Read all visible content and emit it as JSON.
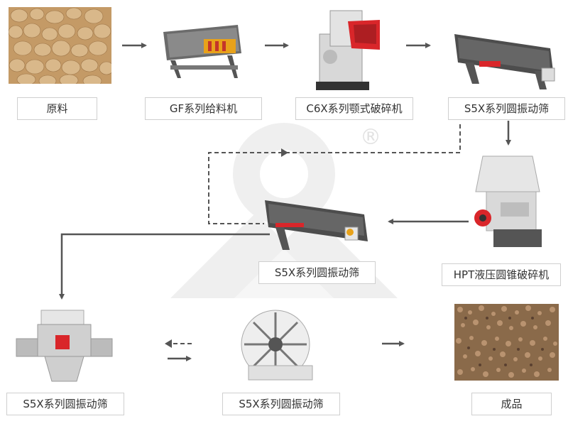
{
  "diagram": {
    "labels": {
      "raw_material": "原料",
      "feeder": "GF系列给料机",
      "jaw_crusher": "C6X系列颚式破碎机",
      "screen_top": "S5X系列圆振动筛",
      "screen_mid": "S5X系列圆振动筛",
      "cone_crusher": "HPT液压圆锥破碎机",
      "sand_maker": "S5X系列圆振动筛",
      "sand_washer": "S5X系列圆振动筛",
      "product": "成品"
    },
    "watermark_mark": "®",
    "colors": {
      "arrow": "#555555",
      "label_border": "#cfcfcf",
      "watermark": "#eeeeee",
      "machine_red": "#d9262a",
      "machine_gray": "#4d4d4d"
    }
  }
}
